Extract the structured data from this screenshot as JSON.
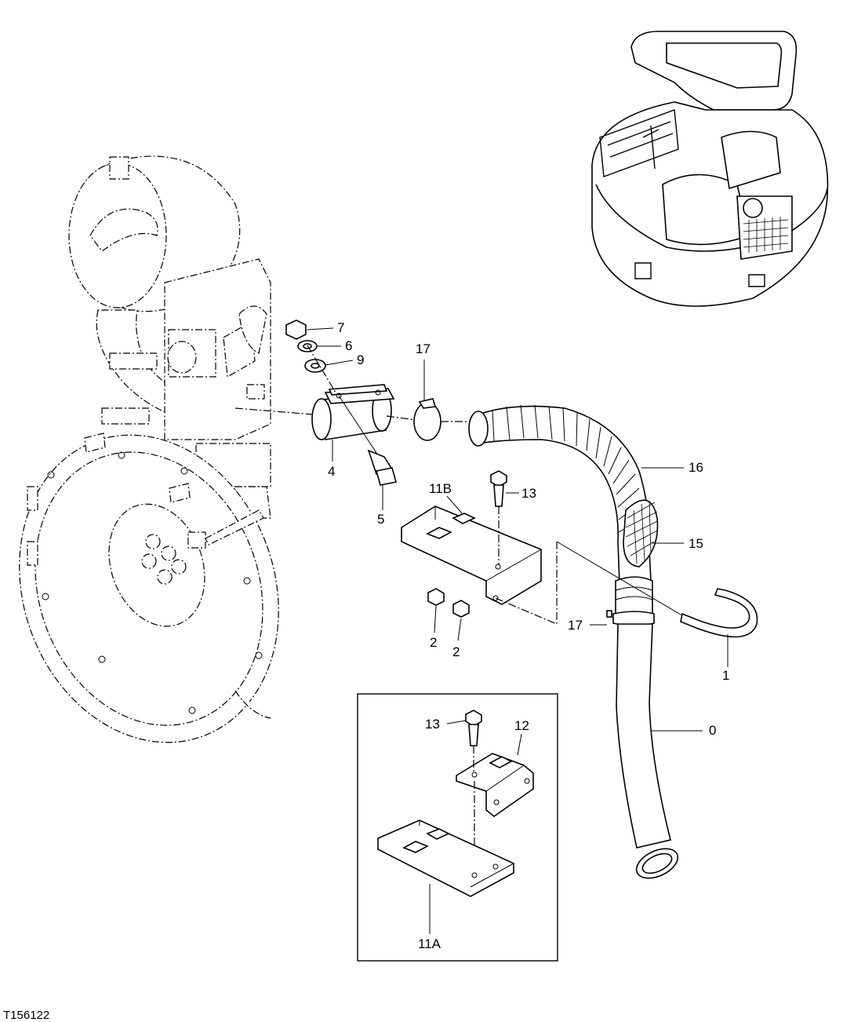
{
  "figure_id": "T156122",
  "callouts": {
    "c7": "7",
    "c6": "6",
    "c9": "9",
    "c17_top": "17",
    "c4": "4",
    "c5": "5",
    "c16": "16",
    "c11b": "11B",
    "c13_top": "13",
    "c15": "15",
    "c2_left": "2",
    "c2_right": "2",
    "c17_bottom": "17",
    "c1": "1",
    "c0": "0",
    "c13_inset": "13",
    "c12": "12",
    "c11a": "11A"
  }
}
